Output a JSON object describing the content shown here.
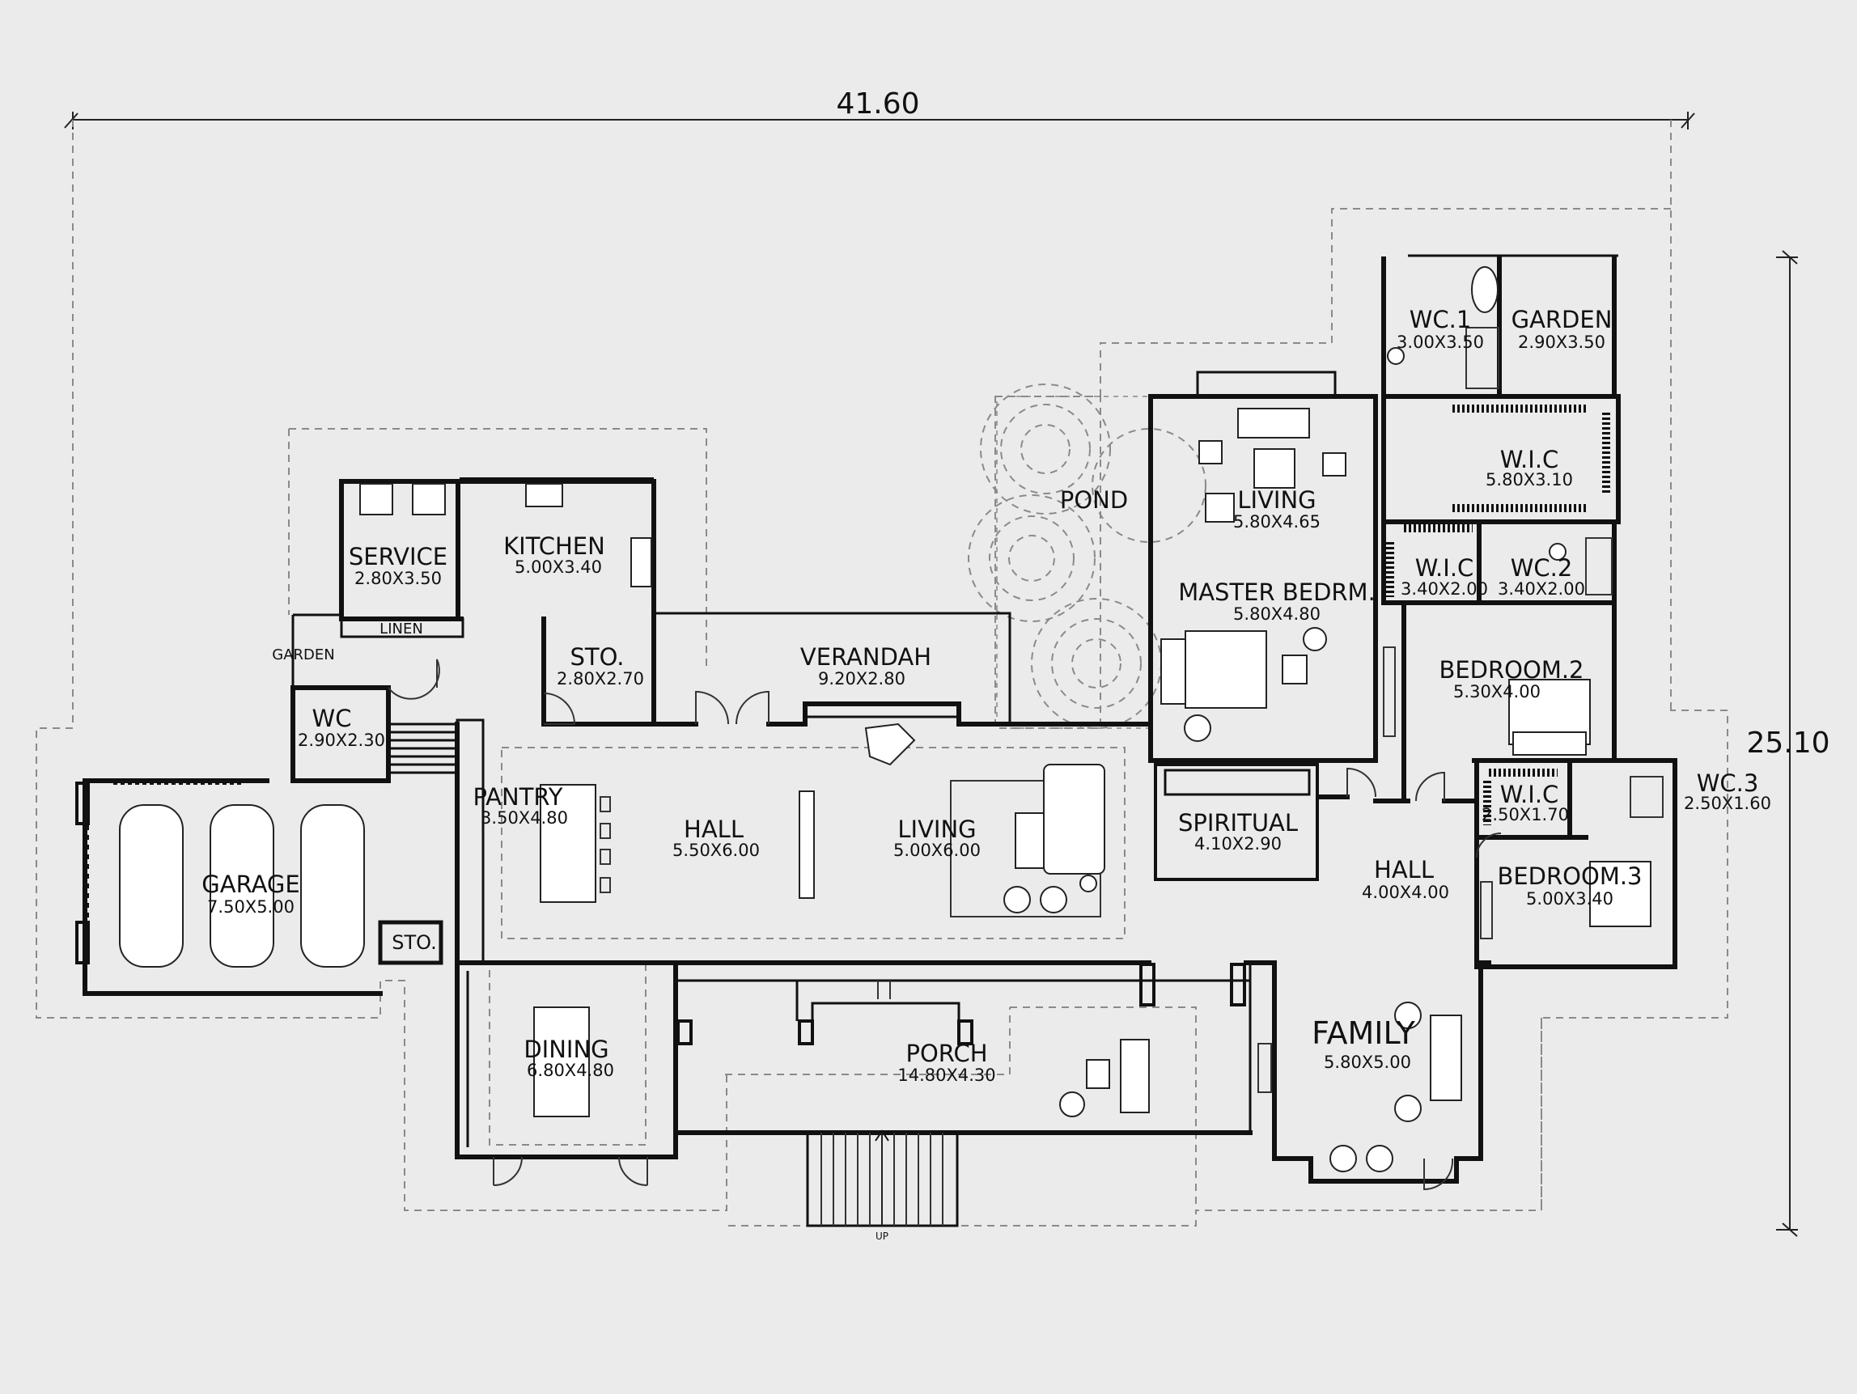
{
  "dimensions": {
    "width_total": "41.60",
    "depth_total": "25.10"
  },
  "rooms": {
    "wc1": {
      "name": "WC.1",
      "size": "3.00X3.50"
    },
    "garden1": {
      "name": "GARDEN",
      "size": "2.90X3.50"
    },
    "wic1": {
      "name": "W.I.C",
      "size": "5.80X3.10"
    },
    "pond": {
      "name": "POND"
    },
    "living_master": {
      "name": "LIVING",
      "size": "5.80X4.65"
    },
    "wic2": {
      "name": "W.I.C",
      "size": "3.40X2.00"
    },
    "wc2": {
      "name": "WC.2",
      "size": "3.40X2.00"
    },
    "master": {
      "name": "MASTER BEDRM.",
      "size": "5.80X4.80"
    },
    "service": {
      "name": "SERVICE",
      "size": "2.80X3.50"
    },
    "kitchen": {
      "name": "KITCHEN",
      "size": "5.00X3.40"
    },
    "linen": {
      "name": "LINEN"
    },
    "garden2": {
      "name": "GARDEN"
    },
    "sto1": {
      "name": "STO.",
      "size": "2.80X2.70"
    },
    "verandah": {
      "name": "VERANDAH",
      "size": "9.20X2.80"
    },
    "bedroom2": {
      "name": "BEDROOM.2",
      "size": "5.30X4.00"
    },
    "wc": {
      "name": "WC",
      "size": "2.90X2.30"
    },
    "pantry": {
      "name": "PANTRY",
      "size": "3.50X4.80"
    },
    "hall1": {
      "name": "HALL",
      "size": "5.50X6.00"
    },
    "living": {
      "name": "LIVING",
      "size": "5.00X6.00"
    },
    "spiritual": {
      "name": "SPIRITUAL",
      "size": "4.10X2.90"
    },
    "wic3": {
      "name": "W.I.C",
      "size": "2.50X1.70"
    },
    "wc3": {
      "name": "WC.3",
      "size": "2.50X1.60"
    },
    "garage": {
      "name": "GARAGE",
      "size": "7.50X5.00"
    },
    "hall2": {
      "name": "HALL",
      "size": "4.00X4.00"
    },
    "bedroom3": {
      "name": "BEDROOM.3",
      "size": "5.00X3.40"
    },
    "sto2": {
      "name": "STO."
    },
    "dining": {
      "name": "DINING",
      "size": "6.80X4.80"
    },
    "porch": {
      "name": "PORCH",
      "size": "14.80X4.30"
    },
    "family": {
      "name": "FAMILY",
      "size": "5.80X5.00"
    }
  },
  "stair_label": "UP"
}
